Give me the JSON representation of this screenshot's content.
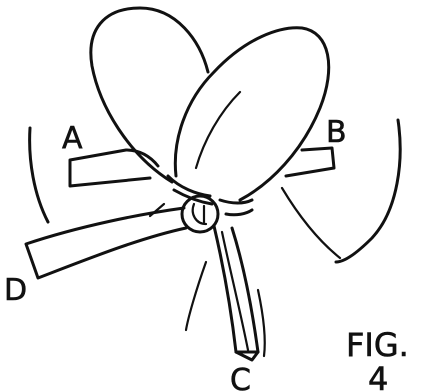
{
  "figure": {
    "caption_line1": "FIG.",
    "caption_line2": "4",
    "labels": {
      "a": "A",
      "b": "B",
      "c": "C",
      "d": "D"
    }
  },
  "colors": {
    "ink": "#111111",
    "paper": "#ffffff"
  }
}
